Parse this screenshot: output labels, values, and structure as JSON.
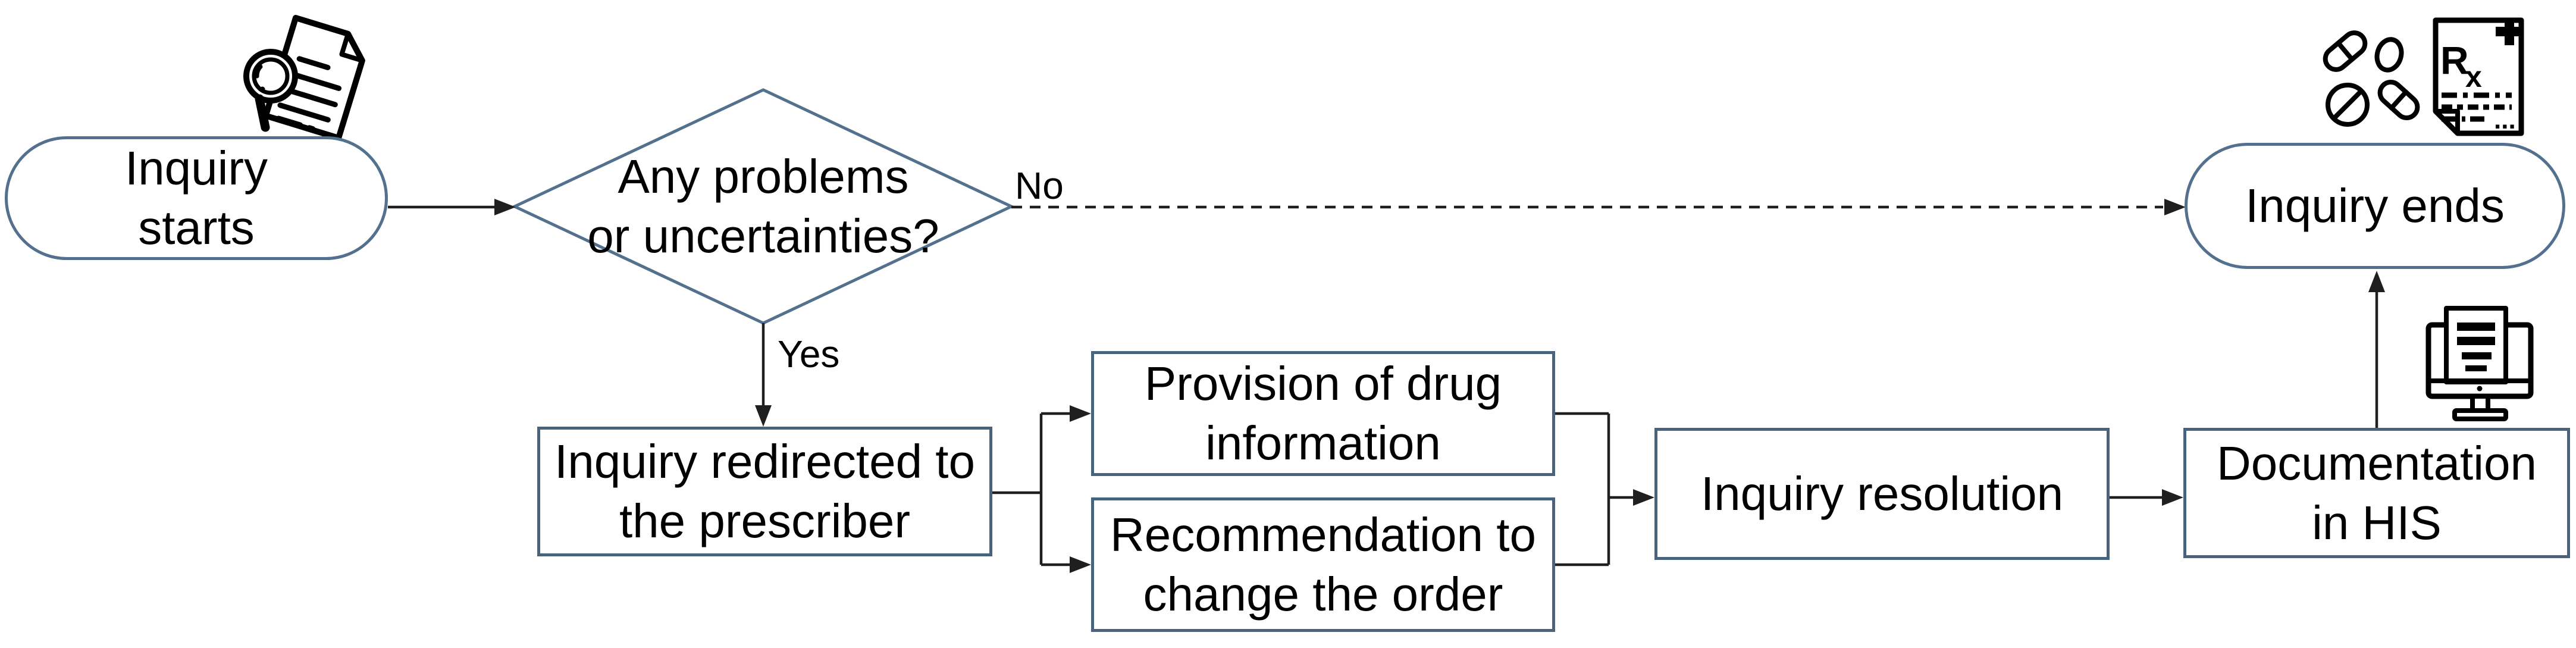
{
  "diagram": {
    "type": "flowchart",
    "colors": {
      "process_border": "#47637e",
      "terminator_border": "#53718e",
      "connector": "#1f1f1f",
      "text": "#000000",
      "icon": "#000000",
      "background": "#ffffff"
    },
    "nodes": {
      "start": {
        "shape": "terminator",
        "line1": "Inquiry",
        "line2": "starts"
      },
      "decision": {
        "shape": "decision",
        "line1": "Any problems",
        "line2": "or uncertainties?"
      },
      "redirect": {
        "shape": "process",
        "line1": "Inquiry redirected to",
        "line2": "the prescriber"
      },
      "provision": {
        "shape": "process",
        "line1": "Provision of drug",
        "line2": "information"
      },
      "recommend": {
        "shape": "process",
        "line1": "Recommendation to",
        "line2": "change the order"
      },
      "resolution": {
        "shape": "process",
        "line1": "Inquiry resolution"
      },
      "documentation": {
        "shape": "process",
        "line1": "Documentation",
        "line2": "in HIS"
      },
      "end": {
        "shape": "terminator",
        "line1": "Inquiry ends"
      }
    },
    "edges": {
      "yes_label": "Yes",
      "no_label": "No"
    },
    "icons": {
      "start_icon": "magnifier-over-document",
      "end_icon": "pills-and-prescription-sheet",
      "documentation_icon": "computer-monitor-with-document",
      "prescription_letter_r": "R",
      "prescription_letter_x": "x",
      "prescription_ellipsis": "..."
    }
  }
}
